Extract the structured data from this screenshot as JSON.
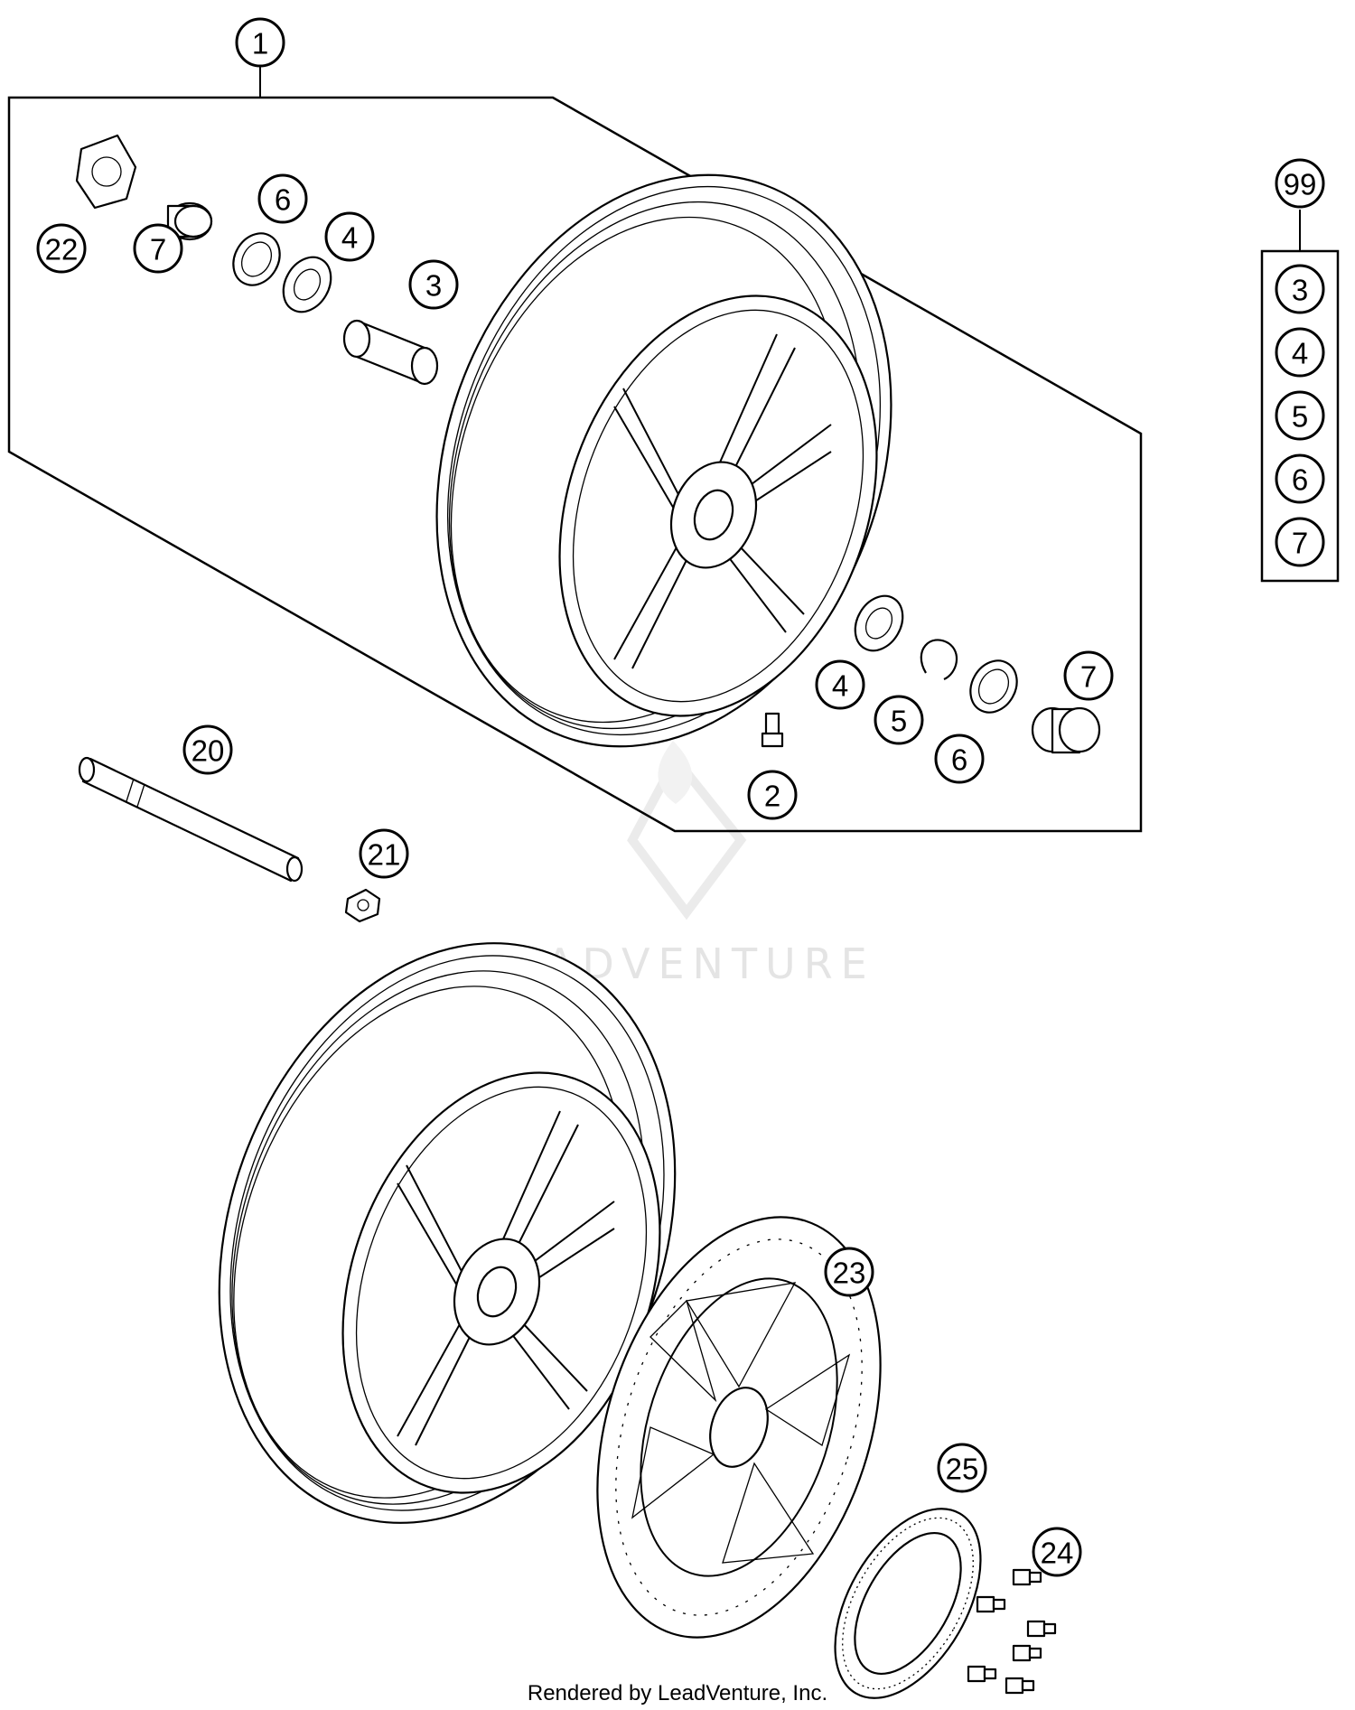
{
  "callouts": {
    "c1": "1",
    "c2": "2",
    "c3": "3",
    "c4a": "4",
    "c4b": "4",
    "c5": "5",
    "c6a": "6",
    "c6b": "6",
    "c7a": "7",
    "c7b": "7",
    "c20": "20",
    "c21": "21",
    "c22": "22",
    "c23": "23",
    "c24": "24",
    "c25": "25",
    "c99": "99"
  },
  "kit_99_items": [
    "3",
    "4",
    "5",
    "6",
    "7"
  ],
  "watermark": {
    "text": "LEADVENTURE"
  },
  "footer": {
    "text": "Rendered by LeadVenture, Inc."
  },
  "icons": [
    "leadventure-logo-icon"
  ]
}
